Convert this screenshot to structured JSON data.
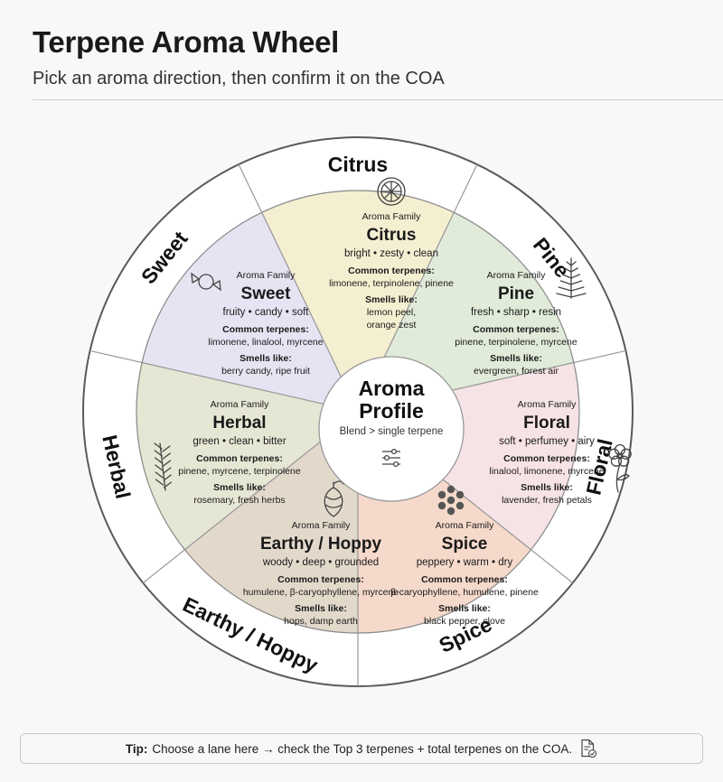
{
  "header": {
    "title": "Terpene Aroma Wheel",
    "subtitle": "Pick an aroma direction, then confirm it on the COA"
  },
  "center": {
    "title_line1": "Aroma",
    "title_line2": "Profile",
    "caption": "Blend > single terpene",
    "icon": "sliders-icon"
  },
  "labels": {
    "family": "Aroma Family",
    "common": "Common terpenes:",
    "smells": "Smells like:"
  },
  "segments": [
    {
      "key": "citrus",
      "ring_label": "Citrus",
      "name": "Citrus",
      "descriptors": "bright • zesty • clean",
      "terpenes": "limonene, terpinolene, pinene",
      "smells_lines": [
        "lemon peel,",
        "orange zest"
      ],
      "color": "#f5efd2",
      "icon": "citrus-slice-icon"
    },
    {
      "key": "pine",
      "ring_label": "Pine",
      "name": "Pine",
      "descriptors": "fresh • sharp • resin",
      "terpenes": "pinene, terpinolene, myrcene",
      "smells_lines": [
        "evergreen, forest air"
      ],
      "color": "#e1ebd9",
      "icon": "pine-branch-icon"
    },
    {
      "key": "floral",
      "ring_label": "Floral",
      "name": "Floral",
      "descriptors": "soft • perfumey • airy",
      "terpenes": "linalool, limonene, myrcene",
      "smells_lines": [
        "lavender, fresh petals"
      ],
      "color": "#f6e3e6",
      "icon": "flower-icon"
    },
    {
      "key": "spice",
      "ring_label": "Spice",
      "name": "Spice",
      "descriptors": "peppery • warm • dry",
      "terpenes": "β-caryophyllene, humulene, pinene",
      "smells_lines": [
        "black pepper, clove"
      ],
      "color": "#f5d9ca",
      "icon": "peppercorn-icon"
    },
    {
      "key": "earthy",
      "ring_label": "Earthy / Hoppy",
      "name": "Earthy / Hoppy",
      "descriptors": "woody • deep • grounded",
      "terpenes": "humulene, β-caryophyllene, myrcene",
      "smells_lines": [
        "hops, damp earth"
      ],
      "color": "#e3d9cb",
      "icon": "hop-icon"
    },
    {
      "key": "herbal",
      "ring_label": "Herbal",
      "name": "Herbal",
      "descriptors": "green • clean • bitter",
      "terpenes": "pinene, myrcene, terpinolene",
      "smells_lines": [
        "rosemary, fresh herbs"
      ],
      "color": "#e6e6d4",
      "icon": "herb-sprig-icon"
    },
    {
      "key": "sweet",
      "ring_label": "Sweet",
      "name": "Sweet",
      "descriptors": "fruity • candy • soft",
      "terpenes": "limonene, linalool, myrcene",
      "smells_lines": [
        "berry candy, ripe fruit"
      ],
      "color": "#e6e4f2",
      "icon": "candy-icon"
    }
  ],
  "tip": {
    "label": "Tip:",
    "text": "Choose a lane here → check the Top 3 terpenes + total terpenes on the COA.",
    "icon": "document-check-icon"
  }
}
